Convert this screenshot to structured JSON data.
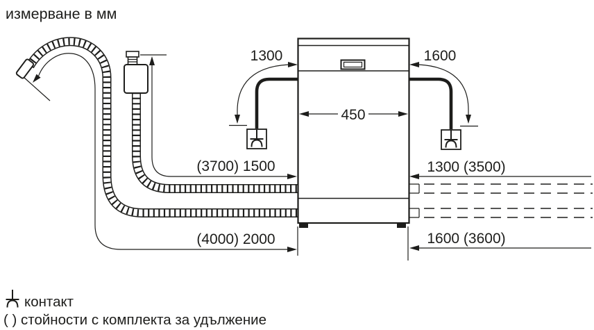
{
  "title": "измерване в мм",
  "dimensions": {
    "top_left": "1300",
    "top_right": "1600",
    "appliance_width": "450",
    "supply_hose": "(3700) 1500",
    "right_upper": "1300 (3500)",
    "drain_hose": "(4000) 2000",
    "right_lower": "1600 (3600)"
  },
  "legend": {
    "socket_symbol_label": "контакт",
    "parentheses_note": "( ) стойности с комплекта за удължение"
  },
  "colors": {
    "line": "#1d1d1b",
    "background": "#ffffff"
  }
}
